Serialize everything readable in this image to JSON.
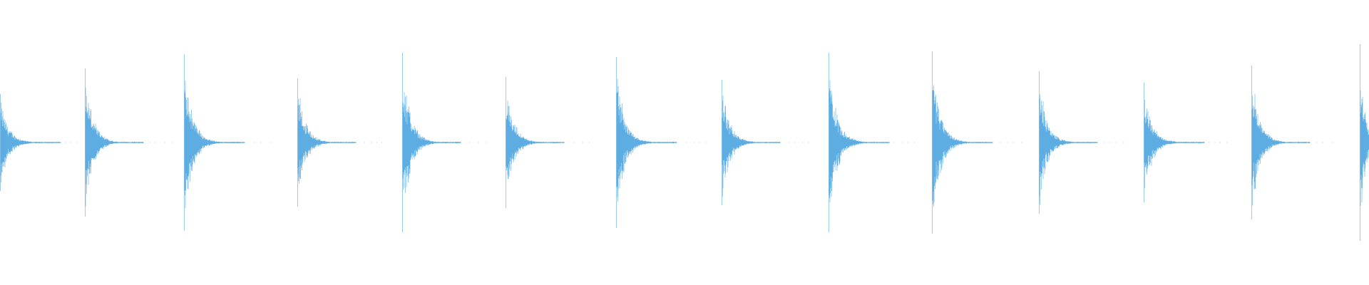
{
  "waveform": {
    "color": "#5DADE2",
    "onset_count": 14,
    "peak_amplitudes": [
      0.34,
      0.52,
      0.62,
      0.45,
      0.63,
      0.46,
      0.6,
      0.44,
      0.63,
      0.64,
      0.5,
      0.42,
      0.54,
      0.69
    ],
    "decay_length": [
      0.58,
      0.56,
      0.58,
      0.56,
      0.56,
      0.56,
      0.58,
      0.56,
      0.58,
      0.58,
      0.56,
      0.58,
      0.56,
      0.4
    ]
  }
}
